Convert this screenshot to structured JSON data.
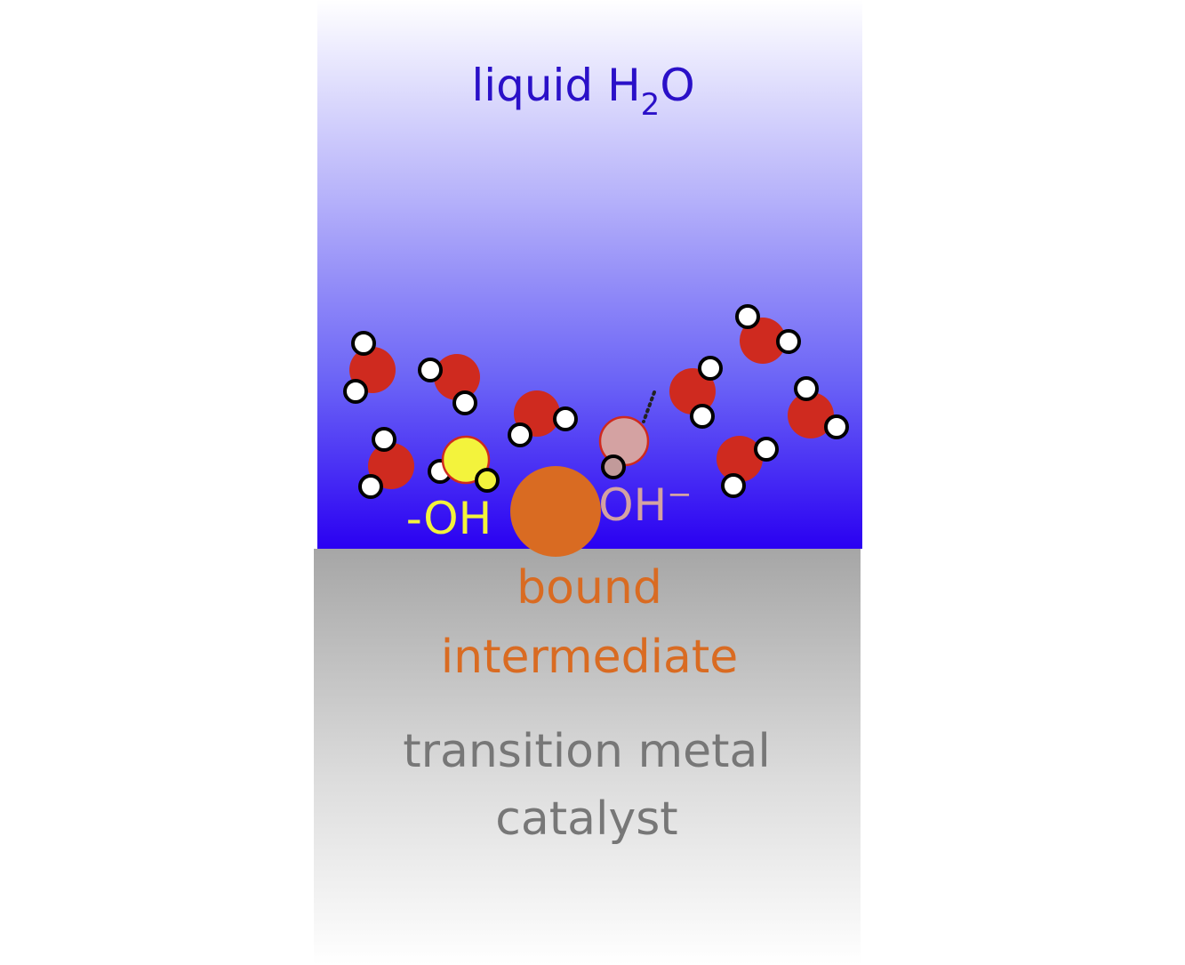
{
  "water_label": {
    "text": "liquid H",
    "subscript": "2",
    "suffix": "O"
  },
  "hydroxyl_label": "-OH",
  "hydroxide_label": {
    "text": "OH",
    "superscript": "−"
  },
  "intermediate_label": {
    "line1": "bound",
    "line2": "intermediate"
  },
  "catalyst_label": {
    "line1": "transition metal",
    "line2": "catalyst"
  },
  "colors": {
    "water_top": "#ffffff",
    "water_bottom": "#2a00f2",
    "water_label": "#2a10c8",
    "catalyst_top": "#a6a6a6",
    "catalyst_bottom": "#ffffff",
    "oxygen": "#cf2a1f",
    "hydrogen": "#ffffff",
    "hydroxyl": "#f3f33c",
    "hydroxide": "#d4a2a2",
    "intermediate": "#d96b22",
    "catalyst_text": "#777777"
  }
}
